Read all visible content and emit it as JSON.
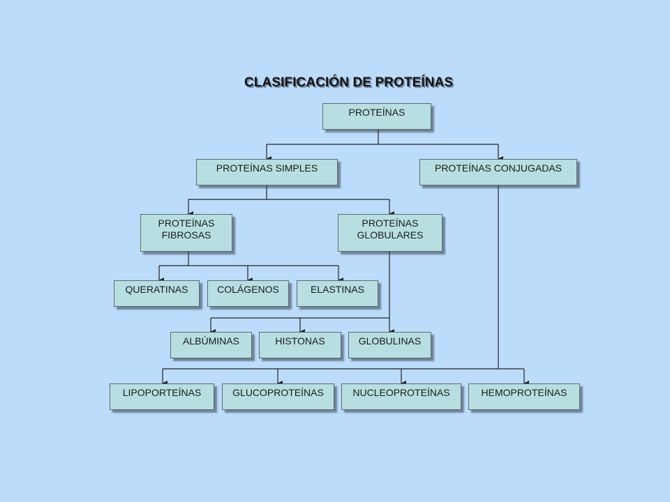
{
  "title": "CLASIFICACIÓN DE PROTEÍNAS",
  "nodes": {
    "proteinas": "PROTEÍNAS",
    "simples": "PROTEÍNAS SIMPLES",
    "conjugadas": "PROTEÍNAS CONJUGADAS",
    "fibrosas": "PROTEÍNAS\nFIBROSAS",
    "globulares": "PROTEÍNAS\nGLOBULARES",
    "queratinas": "QUERATINAS",
    "colagenos": "COLÁGENOS",
    "elastinas": "ELASTINAS",
    "albuminas": "ALBÚMINAS",
    "histonas": "HISTONAS",
    "globulinas": "GLOBULINAS",
    "lipoproteinas": "LIPOPORTEÍNAS",
    "glucoproteinas": "GLUCOPROTEÍNAS",
    "nucleoproteinas": "NUCLEOPROTEÍNAS",
    "hemoproteinas": "HEMOPROTEÍNAS"
  },
  "colors": {
    "background": "#bcdcfc",
    "box_fill": "#b7dfe1",
    "box_border": "#5b6a6e",
    "connector": "#222222"
  }
}
